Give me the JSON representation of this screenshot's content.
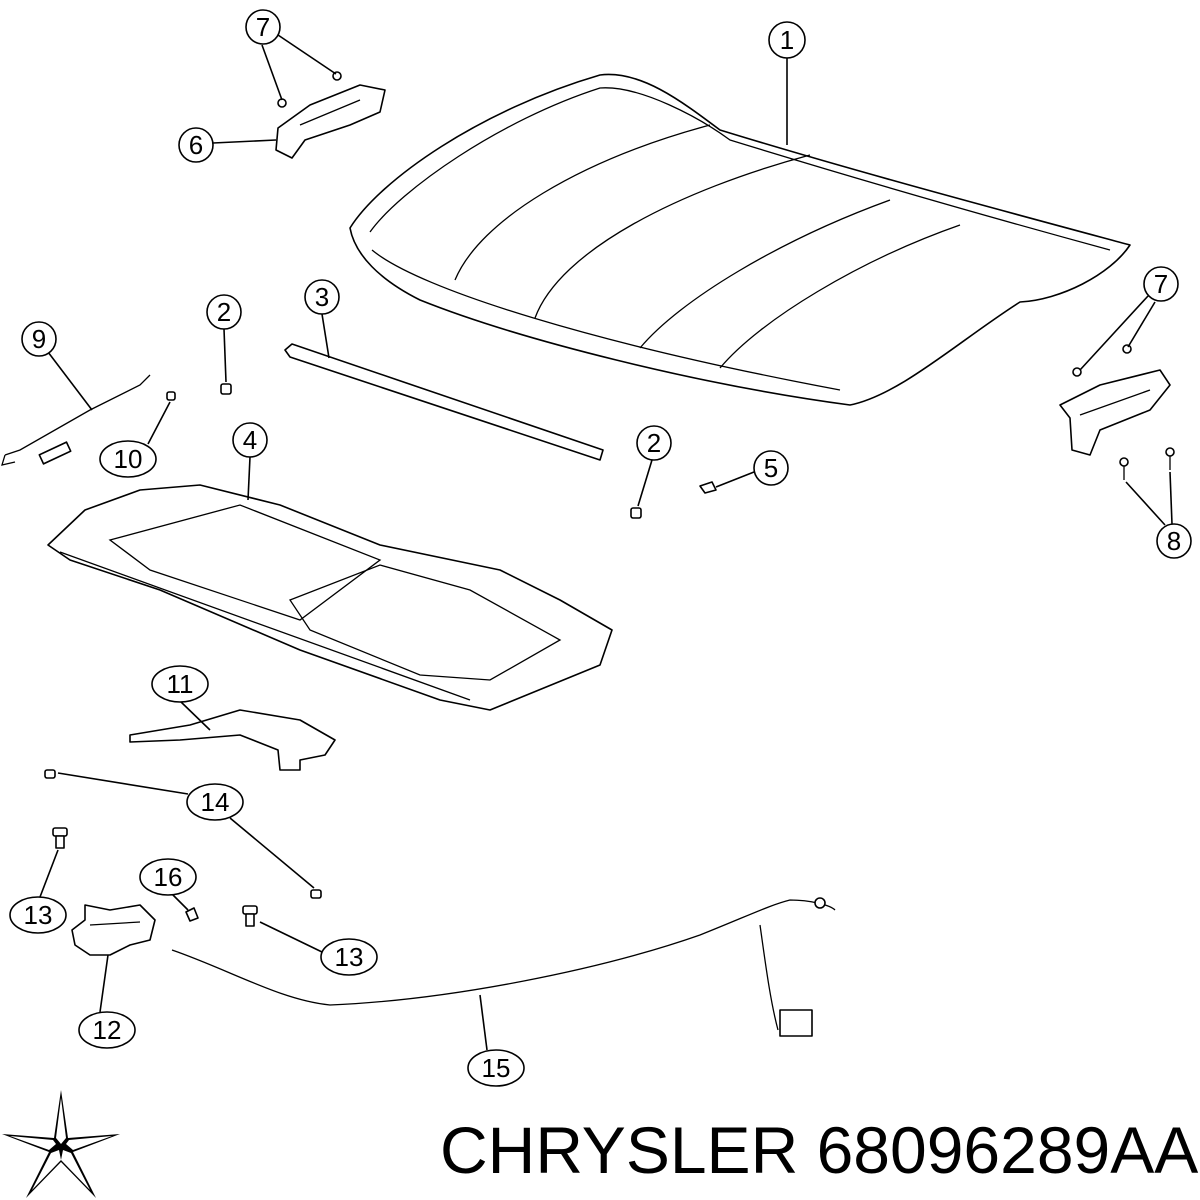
{
  "footer": {
    "brand": "CHRYSLER",
    "part_number": "68096289AA"
  },
  "brand_logo": "chrysler-pentastar-logo",
  "callouts": [
    "1",
    "2",
    "3",
    "4",
    "5",
    "6",
    "7",
    "8",
    "9",
    "10",
    "11",
    "12",
    "13",
    "14",
    "15",
    "16"
  ],
  "colors": {
    "ink": "#000000",
    "paper": "#ffffff"
  }
}
